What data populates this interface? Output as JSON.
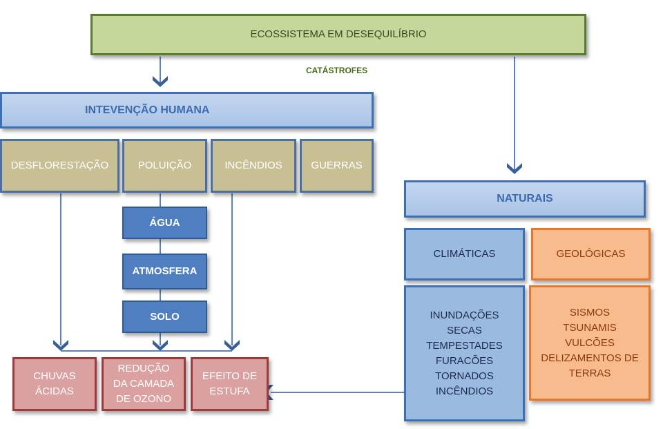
{
  "title": "ECOSSISTEMA EM DESEQUILÍBRIO",
  "subtitle": "CATÁSTROFES",
  "human": {
    "label": "INTEVENÇÃO HUMANA",
    "causes": [
      "DESFLORESTAÇÃO",
      "POLUIÇÃO",
      "INCÊNDIOS",
      "GUERRAS"
    ],
    "pollution_types": [
      "ÁGUA",
      "ATMOSFERA",
      "SOLO"
    ],
    "effects": [
      [
        "CHUVAS",
        "ÁCIDAS"
      ],
      [
        "REDUÇÃO",
        "DA CAMADA",
        "DE OZONO"
      ],
      [
        "EFEITO DE",
        "ESTUFA"
      ]
    ]
  },
  "natural": {
    "label": "NATURAIS",
    "climatic": {
      "label": "CLIMÁTICAS",
      "items": [
        "INUNDAÇÕES",
        "SECAS",
        "TEMPESTADES",
        "FURACÕES",
        "TORNADOS",
        "INCÊNDIOS"
      ]
    },
    "geological": {
      "label": "GEOLÓGICAS",
      "items": [
        "SISMOS",
        "TSUNAMIS",
        "VULCÕES",
        "DELIZAMENTOS DE",
        "TERRAS"
      ]
    }
  },
  "colors": {
    "title_fill": "#c6d79c",
    "human_header": "#aac4e6",
    "cause_fill": "#c9bf95",
    "pollution_fill": "#4f7fc0",
    "effect_fill": "#dba0a0",
    "climatic_fill": "#9bbae0",
    "geological_fill": "#f8bb8e"
  }
}
